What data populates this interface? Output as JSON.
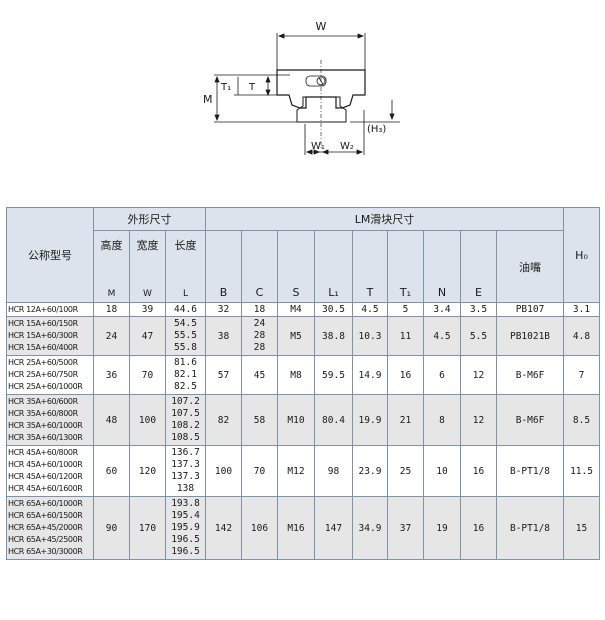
{
  "diagram": {
    "labels": {
      "w": "W",
      "m": "M",
      "t1": "T₁",
      "t": "T",
      "h3": "(H₃)",
      "w1": "W₁",
      "w2": "W₂"
    }
  },
  "table": {
    "headers": {
      "model": "公称型号",
      "outer_dims": "外形尺寸",
      "block_dims": "LM滑块尺寸",
      "h0": "H₀",
      "height": "高度",
      "width": "宽度",
      "length": "长度",
      "oil_nipple": "油嘴",
      "letters": {
        "M": "M",
        "W": "W",
        "L": "L",
        "B": "B",
        "C": "C",
        "S": "S",
        "L1": "L₁",
        "T": "T",
        "T1": "T₁",
        "N": "N",
        "E": "E"
      }
    },
    "groups": [
      {
        "models": [
          "HCR 12A+60/100R"
        ],
        "M": "18",
        "W": "39",
        "L": [
          "44.6"
        ],
        "B": "32",
        "C": [
          "18"
        ],
        "S": "M4",
        "L1": "30.5",
        "T": "4.5",
        "T1": "5",
        "N": "3.4",
        "E": "3.5",
        "nipple": "PB107",
        "H0": "3.1"
      },
      {
        "models": [
          "HCR 15A+60/150R",
          "HCR 15A+60/300R",
          "HCR 15A+60/400R"
        ],
        "M": "24",
        "W": "47",
        "L": [
          "54.5",
          "55.5",
          "55.8"
        ],
        "B": "38",
        "C": [
          "24",
          "28",
          "28"
        ],
        "S": "M5",
        "L1": "38.8",
        "T": "10.3",
        "T1": "11",
        "N": "4.5",
        "E": "5.5",
        "nipple": "PB1021B",
        "H0": "4.8"
      },
      {
        "models": [
          "HCR 25A+60/500R",
          "HCR 25A+60/750R",
          "HCR 25A+60/1000R"
        ],
        "M": "36",
        "W": "70",
        "L": [
          "81.6",
          "82.1",
          "82.5"
        ],
        "B": "57",
        "C": [
          "45"
        ],
        "S": "M8",
        "L1": "59.5",
        "T": "14.9",
        "T1": "16",
        "N": "6",
        "E": "12",
        "nipple": "B-M6F",
        "H0": "7"
      },
      {
        "models": [
          "HCR 35A+60/600R",
          "HCR 35A+60/800R",
          "HCR 35A+60/1000R",
          "HCR 35A+60/1300R"
        ],
        "M": "48",
        "W": "100",
        "L": [
          "107.2",
          "107.5",
          "108.2",
          "108.5"
        ],
        "B": "82",
        "C": [
          "58"
        ],
        "S": "M10",
        "L1": "80.4",
        "T": "19.9",
        "T1": "21",
        "N": "8",
        "E": "12",
        "nipple": "B-M6F",
        "H0": "8.5"
      },
      {
        "models": [
          "HCR 45A+60/800R",
          "HCR 45A+60/1000R",
          "HCR 45A+60/1200R",
          "HCR 45A+60/1600R"
        ],
        "M": "60",
        "W": "120",
        "L": [
          "136.7",
          "137.3",
          "137.3",
          "138"
        ],
        "B": "100",
        "C": [
          "70"
        ],
        "S": "M12",
        "L1": "98",
        "T": "23.9",
        "T1": "25",
        "N": "10",
        "E": "16",
        "nipple": "B-PT1/8",
        "H0": "11.5"
      },
      {
        "models": [
          "HCR 65A+60/1000R",
          "HCR 65A+60/1500R",
          "HCR 65A+45/2000R",
          "HCR 65A+45/2500R",
          "HCR 65A+30/3000R"
        ],
        "M": "90",
        "W": "170",
        "L": [
          "193.8",
          "195.4",
          "195.9",
          "196.5",
          "196.5"
        ],
        "B": "142",
        "C": [
          "106"
        ],
        "S": "M16",
        "L1": "147",
        "T": "34.9",
        "T1": "37",
        "N": "19",
        "E": "16",
        "nipple": "B-PT1/8",
        "H0": "15"
      }
    ]
  }
}
